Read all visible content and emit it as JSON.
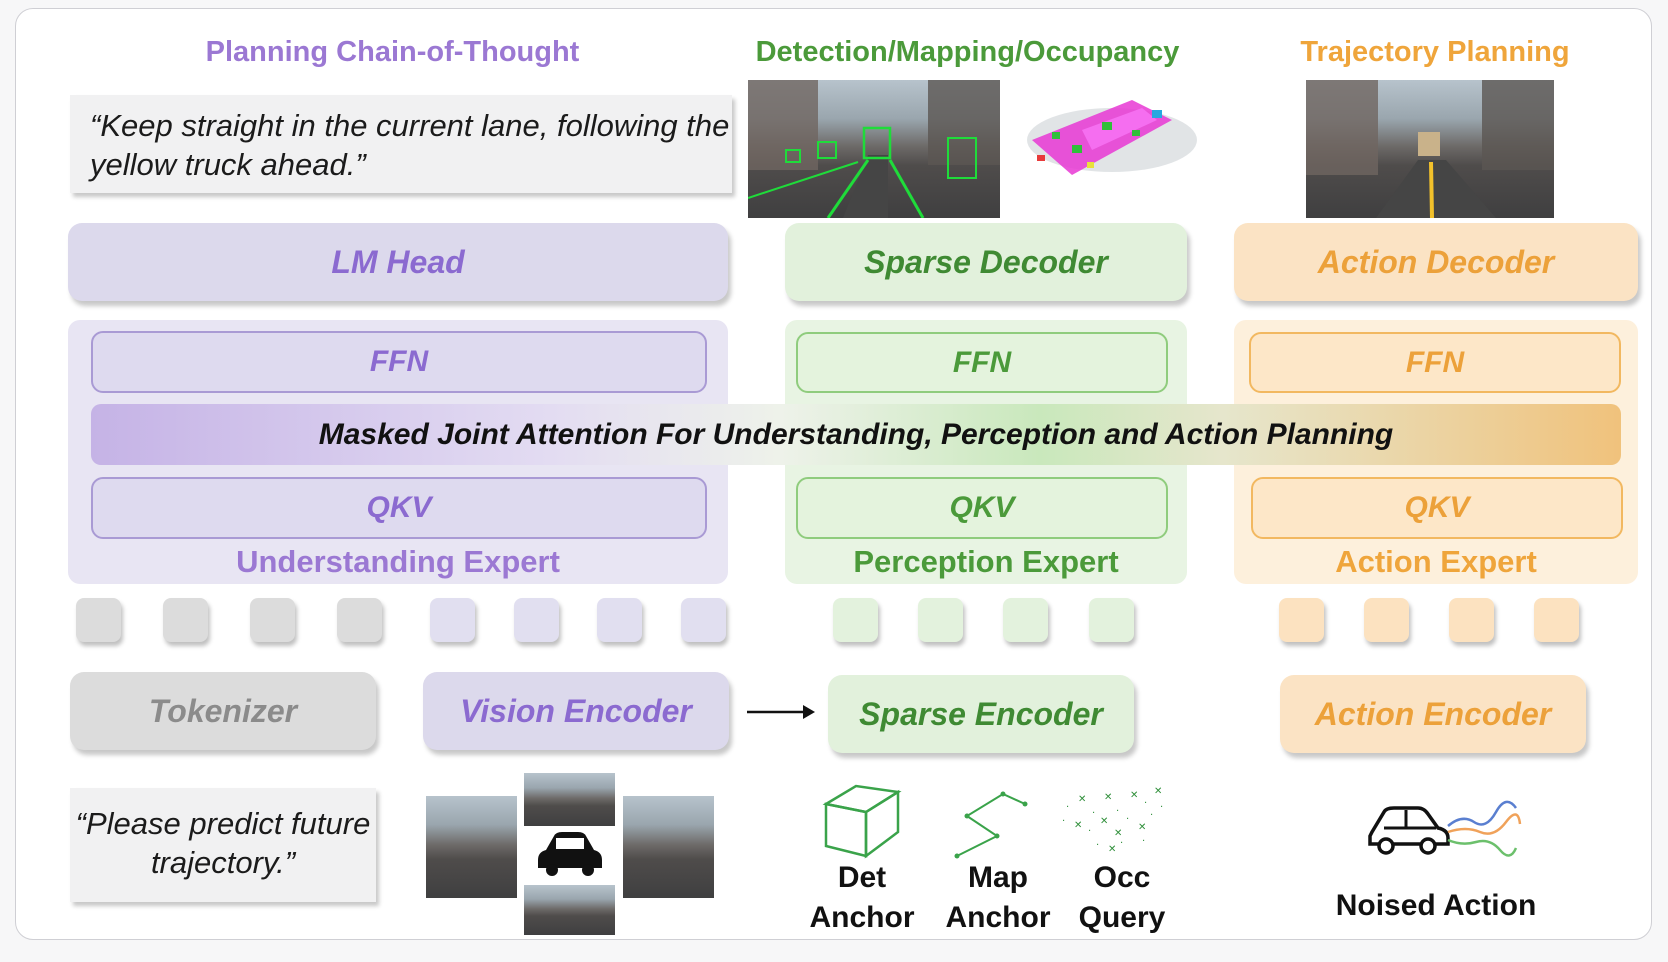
{
  "columns": {
    "understanding": {
      "title": "Planning Chain-of-Thought",
      "output_quote": "“Keep straight in the current lane, following the yellow truck ahead.”",
      "head": "LM Head",
      "ffn": "FFN",
      "qkv": "QKV",
      "expert": "Understanding Expert",
      "tokenizer": "Tokenizer",
      "vision_encoder": "Vision Encoder",
      "input_quote": "“Please predict future trajectory.”"
    },
    "perception": {
      "title": "Detection/Mapping/Occupancy",
      "head": "Sparse Decoder",
      "ffn": "FFN",
      "qkv": "QKV",
      "expert": "Perception Expert",
      "encoder": "Sparse Encoder",
      "inputs": [
        {
          "label": "Det\nAnchor",
          "icon": "cube-wireframe-icon"
        },
        {
          "label": "Map\nAnchor",
          "icon": "polyline-icon"
        },
        {
          "label": "Occ\nQuery",
          "icon": "scatter-points-icon"
        }
      ]
    },
    "action": {
      "title": "Trajectory Planning",
      "head": "Action Decoder",
      "ffn": "FFN",
      "qkv": "QKV",
      "expert": "Action Expert",
      "encoder": "Action Encoder",
      "input_label": "Noised Action"
    }
  },
  "joint_attention": "Masked Joint Attention For Understanding, Perception and Action Planning",
  "colors": {
    "purple": "#9b78d3",
    "green": "#4b9a3a",
    "orange": "#efa53b",
    "gray": "#8b8b8b"
  }
}
